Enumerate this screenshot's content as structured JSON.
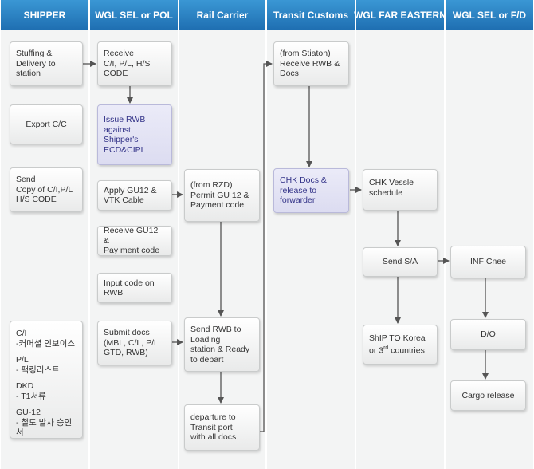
{
  "columns": [
    {
      "label": "SHIPPER"
    },
    {
      "label": "WGL SEL or POL"
    },
    {
      "label": "Rail Carrier"
    },
    {
      "label": "Transit Customs"
    },
    {
      "label": "WGL FAR EASTERN"
    },
    {
      "label": "WGL SEL or F/D"
    }
  ],
  "nodes": {
    "stuffing": "Stuffing &\nDelivery to\nstation",
    "export_cc": "Export C/C",
    "send_copy": "Send\nCopy of C/I,P/L\nH/S CODE",
    "receive_ci": "Receive\nC/I, P/L, H/S\nCODE",
    "issue_rwb": "Issue RWB\nagainst\nShipper's\nECD&CIPL",
    "apply_gu12": "Apply GU12 &\nVTK Cable",
    "receive_gu12": "Receive GU12 &\nPay ment code",
    "input_code": "Input code on\nRWB",
    "submit_docs": "Submit docs\n(MBL, C/L, P/L\nGTD, RWB)",
    "permit": "(from RZD)\nPermit GU 12 &\nPayment code",
    "send_rwb": "Send RWB to\nLoading\nstation & Ready\nto depart",
    "departure": "departure to\nTransit port\nwith all docs",
    "from_station": "(from Stiaton)\nReceive RWB &\nDocs",
    "chk_docs": "CHK Docs &\nrelease to\nforwarder",
    "chk_vessel": "CHK Vessle\nschedule",
    "send_sa": "Send S/A",
    "ship_korea_a": "ShIP TO Korea",
    "ship_korea_b": "or 3",
    "ship_korea_sup": "rd",
    "ship_korea_c": " countries",
    "inf_cnee": "INF Cnee",
    "do": "D/O",
    "cargo_release": "Cargo release"
  },
  "legend": {
    "ci": "C/I",
    "ci_desc": "-커머셜 인보이스",
    "pl": "P/L",
    "pl_desc": "- 팩킹리스트",
    "dkd": "DKD",
    "dkd_desc": "- T1서류",
    "gu12": "GU-12",
    "gu12_desc": "- 철도 발차 승인서"
  },
  "colors": {
    "header": "#2a82c6",
    "column_bg": "#f3f4f4",
    "arrow": "#555555",
    "highlight_box": "#e3e3f5",
    "highlight_text": "#333388"
  }
}
